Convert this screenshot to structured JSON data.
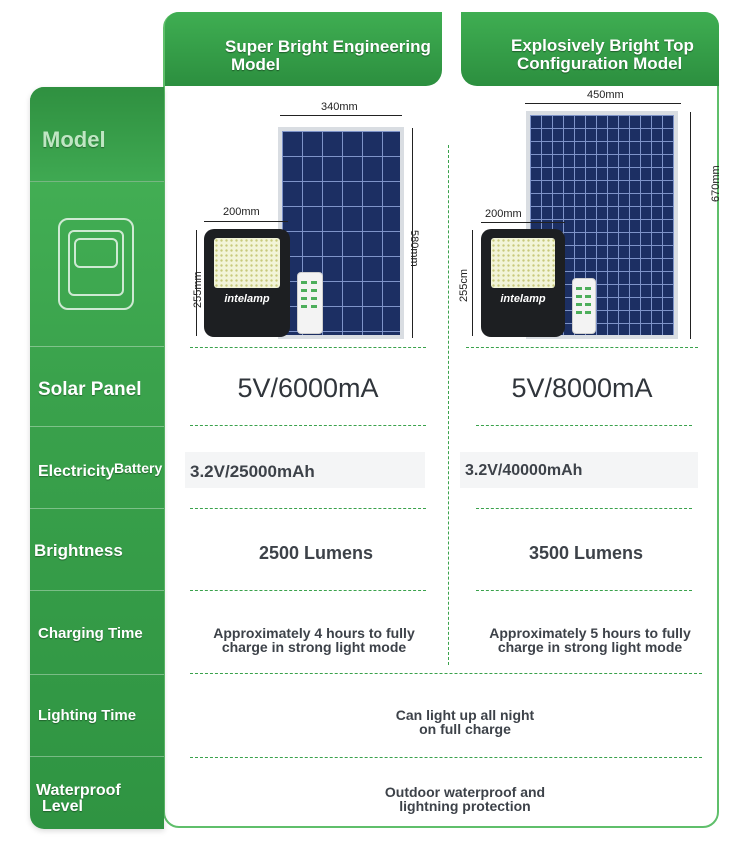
{
  "headers": {
    "left_line1": "Super Bright Engineering",
    "left_line2": "Model",
    "right_line1": "Explosively Bright Top",
    "right_line2": "Configuration Model"
  },
  "rows": {
    "model": "Model",
    "solar_panel": "Solar Panel",
    "electricity": "Electricity",
    "battery": "Battery",
    "brightness": "Brightness",
    "charging_time": "Charging Time",
    "lighting_time": "Lighting Time",
    "waterproof_line1": "Waterproof",
    "waterproof_line2": "Level"
  },
  "images": {
    "left": {
      "panel_width": "340mm",
      "panel_height": "580mm",
      "lamp_width": "200mm",
      "lamp_height": "255mm",
      "brand": "intelamp"
    },
    "right": {
      "panel_width": "450mm",
      "panel_height": "670mm",
      "lamp_width": "200mm",
      "lamp_height": "255cm",
      "brand": "intelamp"
    }
  },
  "left": {
    "solar_panel": "5V/6000mA",
    "battery": "3.2V/25000mAh",
    "brightness": "2500 Lumens",
    "charging_line1": "Approximately 4 hours to fully",
    "charging_line2": "charge in strong light mode"
  },
  "right": {
    "solar_panel": "5V/8000mA",
    "battery": "3.2V/40000mAh",
    "brightness": "3500 Lumens",
    "charging_line1": "Approximately 5 hours to fully",
    "charging_line2": "charge in strong light mode"
  },
  "shared": {
    "lighting_line1": "Can light up all night",
    "lighting_line2": "on full charge",
    "waterproof_line1": "Outdoor waterproof and",
    "waterproof_line2": "lightning protection"
  },
  "colors": {
    "accent_green": "#3aa24c",
    "header_green": "#2c8f3f",
    "text": "#3d4249"
  }
}
